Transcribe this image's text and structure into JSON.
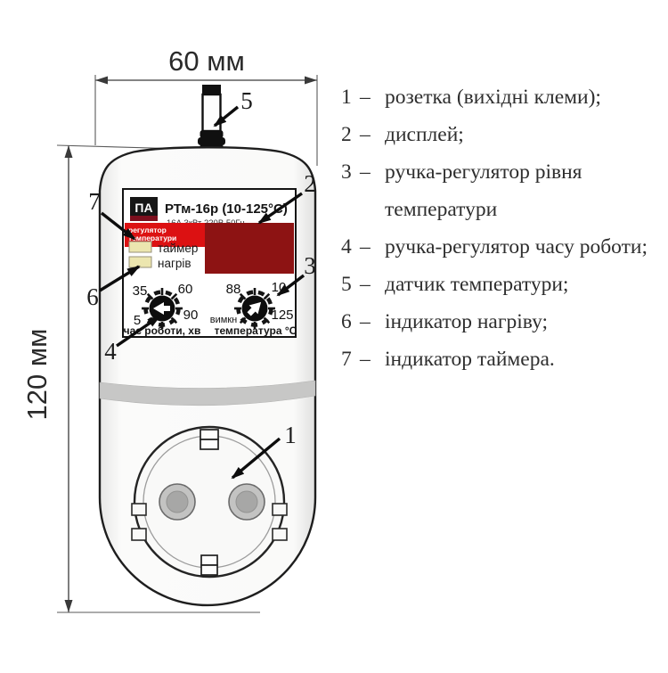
{
  "dims": {
    "width_label": "60 мм",
    "height_label": "120 мм"
  },
  "device": {
    "brand": "ПА",
    "model": "РТм-16р (10-125°С)",
    "specs": "16А 3кВт 220В 50Гц",
    "banner_line1": "регулятор",
    "banner_line2": "температури",
    "led_timer_label": "таймер",
    "led_heat_label": "нагрів",
    "time_knob": {
      "caption": "час роботи, хв",
      "t35": "35",
      "t60": "60",
      "t90": "90",
      "t5": "5"
    },
    "temp_knob": {
      "caption": "температура °С",
      "t88": "88",
      "t10": "10",
      "t125": "125",
      "toff": "вимкн"
    }
  },
  "callouts": {
    "n1": "1",
    "n2": "2",
    "n3": "3",
    "n4": "4",
    "n5": "5",
    "n6": "6",
    "n7": "7"
  },
  "legend": {
    "items": [
      {
        "num": "1",
        "dash": "–",
        "text": "розетка (вихідні клеми);"
      },
      {
        "num": "2",
        "dash": "–",
        "text": "дисплей;"
      },
      {
        "num": "3",
        "dash": "–",
        "text": "ручка-регулятор рівня температури"
      },
      {
        "num": "4",
        "dash": "–",
        "text": "ручка-регулятор часу роботи;"
      },
      {
        "num": "5",
        "dash": "–",
        "text": "датчик температури;"
      },
      {
        "num": "6",
        "dash": "–",
        "text": "індикатор нагріву;"
      },
      {
        "num": "7",
        "dash": "–",
        "text": "індикатор таймера."
      }
    ]
  },
  "colors": {
    "banner_red": "#dc1112",
    "display_red": "#8d1313",
    "led_cream": "#ece6af",
    "logo_red": "#7c0f1e",
    "body_gray": "#f6f6f5",
    "band_gray": "#c7c7c6"
  }
}
